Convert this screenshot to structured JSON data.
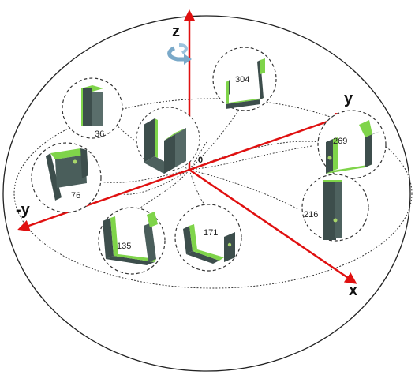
{
  "axes": {
    "z": "z",
    "y": "y",
    "neg_y": "-y",
    "x": "x",
    "origin": "0"
  },
  "orientations": [
    {
      "id": "o36",
      "label": "36",
      "icon": "channel-bracket-end-view-icon"
    },
    {
      "id": "o76",
      "label": "76",
      "icon": "channel-bracket-tilted-icon"
    },
    {
      "id": "o135",
      "label": "135",
      "icon": "channel-bracket-upright-icon"
    },
    {
      "id": "o171",
      "label": "171",
      "icon": "channel-bracket-flat-icon"
    },
    {
      "id": "o216",
      "label": "216",
      "icon": "channel-bracket-vertical-icon"
    },
    {
      "id": "o269",
      "label": "269",
      "icon": "channel-bracket-rotated-icon"
    },
    {
      "id": "o304",
      "label": "304",
      "icon": "channel-bracket-open-top-icon"
    }
  ],
  "colors": {
    "axis": "#e01010",
    "bracket_dark": "#3d4e4c",
    "bracket_green": "#7fd44a",
    "outline": "#333333",
    "rotation_icon": "#7aa9c9"
  }
}
